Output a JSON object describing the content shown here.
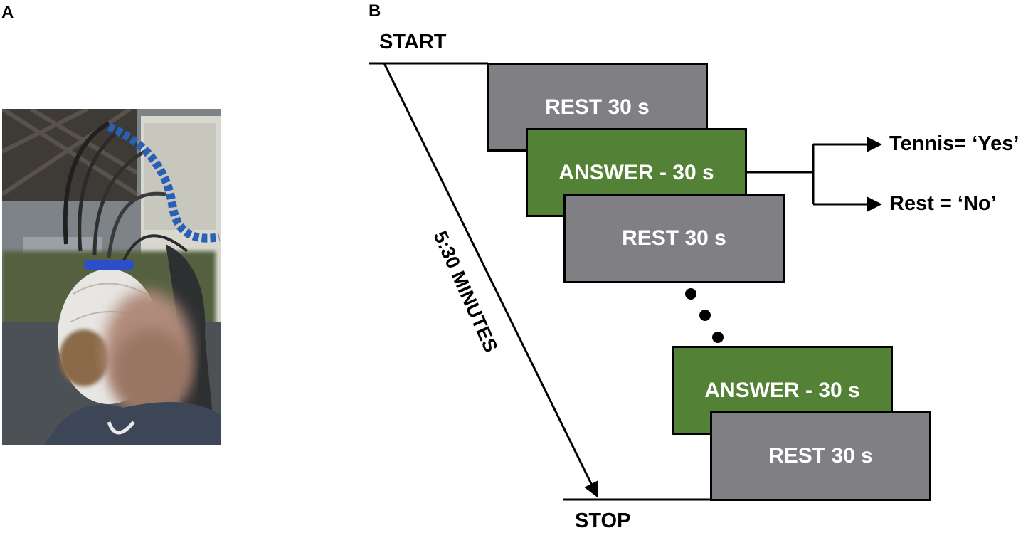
{
  "panels": {
    "a_label": "A",
    "b_label": "B"
  },
  "photo": {
    "description_icon": "eeg-cap-photo-icon"
  },
  "timeline": {
    "start_label": "START",
    "stop_label": "STOP",
    "duration_label": "5:30 MINUTES"
  },
  "blocks": [
    {
      "type": "rest",
      "label": "REST 30 s"
    },
    {
      "type": "answer",
      "label": "ANSWER - 30 s"
    },
    {
      "type": "rest",
      "label": "REST 30 s"
    },
    {
      "type": "answer",
      "label": "ANSWER - 30 s"
    },
    {
      "type": "rest",
      "label": "REST 30 s"
    }
  ],
  "answer_options": {
    "yes": "Tennis= ‘Yes’",
    "no": "Rest = ‘No’"
  },
  "colors": {
    "rest": "#807f84",
    "answer": "#538135"
  }
}
